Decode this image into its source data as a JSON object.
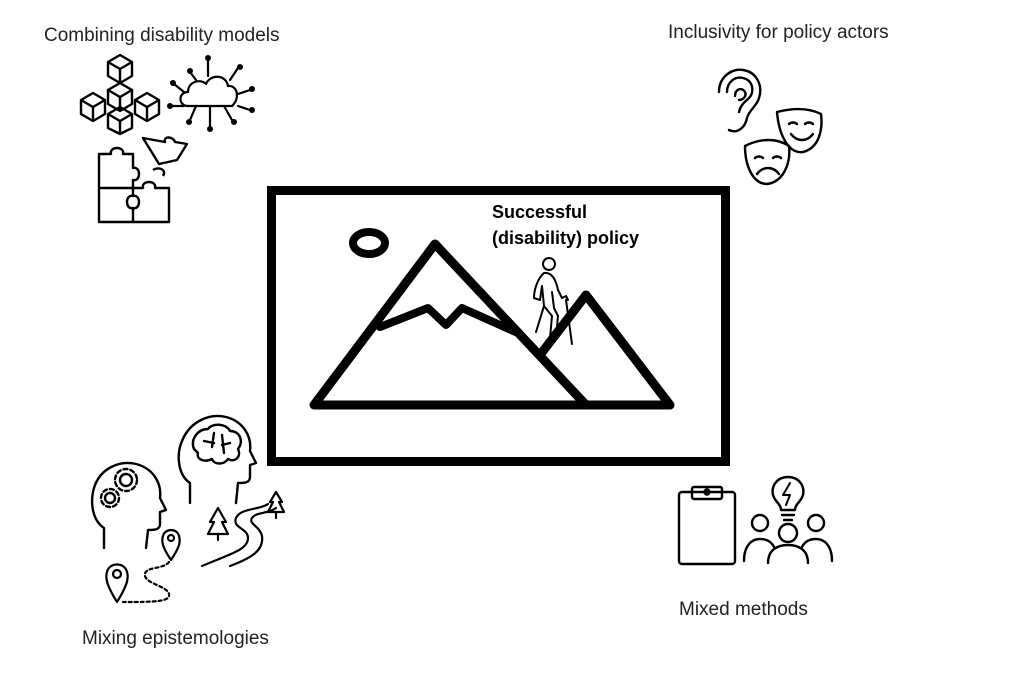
{
  "labels": {
    "top_left": "Combining disability models",
    "top_right": "Inclusivity for  policy actors",
    "bottom_left": "Mixing epistemologies",
    "bottom_right": "Mixed methods"
  },
  "center": {
    "title_line1": "Successful",
    "title_line2": "(disability) policy"
  },
  "icons": {
    "top_left": [
      "cubes-icon",
      "cloud-network-icon",
      "puzzle-icon"
    ],
    "top_right": [
      "ear-icon",
      "theater-masks-icon"
    ],
    "center": [
      "sun-icon",
      "mountains-icon",
      "hiker-with-cane-icon"
    ],
    "bottom_left": [
      "head-gears-icon",
      "head-brain-icon",
      "winding-path-icon",
      "map-pin-icon"
    ],
    "bottom_right": [
      "clipboard-icon",
      "lightbulb-icon",
      "team-icon"
    ]
  },
  "colors": {
    "stroke": "#000000",
    "background": "#ffffff"
  }
}
